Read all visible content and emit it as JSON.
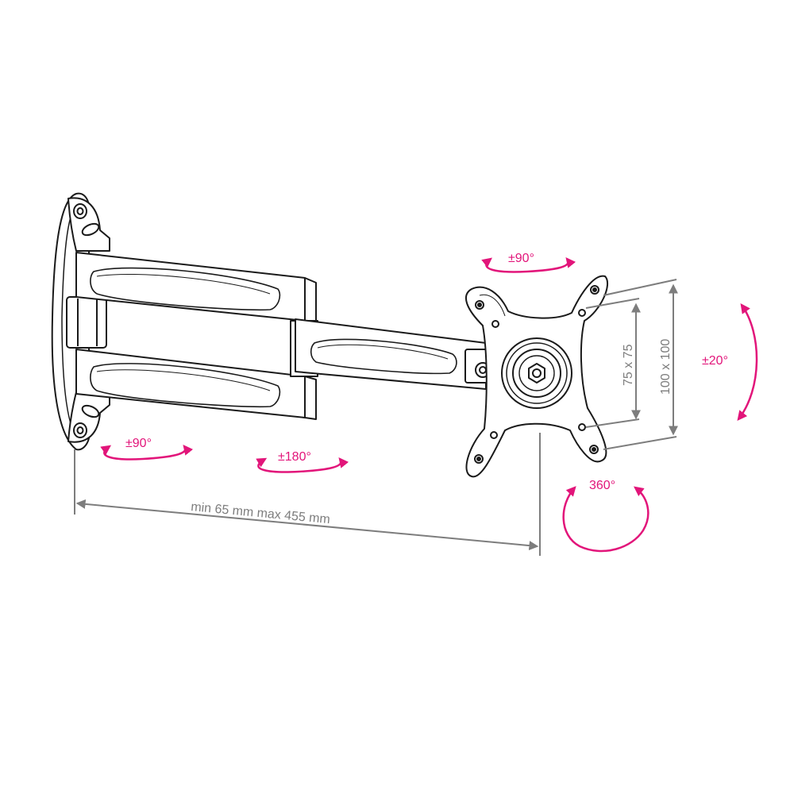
{
  "rotations": {
    "wall_pivot": "±90°",
    "elbow": "±180°",
    "head_swivel": "±90°",
    "tilt": "±20°",
    "rotate": "360°"
  },
  "dimensions": {
    "reach": "min 65 mm max 455 mm",
    "vesa_small": "75 x 75",
    "vesa_large": "100 x 100"
  },
  "colors": {
    "accent": "#e2157a",
    "dimension": "#7d7d7d",
    "line": "#1a1a1a"
  }
}
